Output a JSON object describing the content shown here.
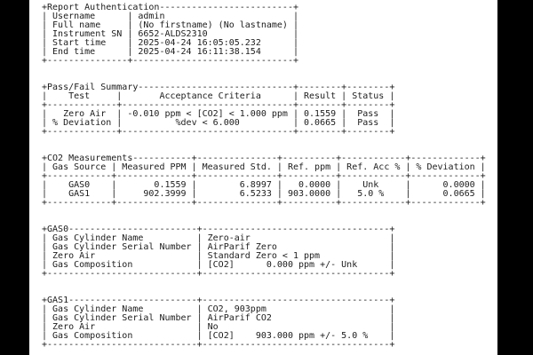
{
  "colors": {
    "background": "#000000",
    "paper": "#ffffff",
    "text": "#1c1c1c"
  },
  "report": {
    "sections": [
      {
        "id": "report_authentication",
        "title": "Report Authentication",
        "fields": [
          {
            "label": "Username",
            "value": "admin"
          },
          {
            "label": "Full name",
            "value": "(No firstname) (No lastname)"
          },
          {
            "label": "Instrument SN",
            "value": "6652-ALDS2310"
          },
          {
            "label": "Start time",
            "value": "2025-04-24 16:05:05.232"
          },
          {
            "label": "End time",
            "value": "2025-04-24 16:11:38.154"
          }
        ],
        "ascii_lines": [
          "+Report Authentication-------------------------+",
          "| Username      | admin                        |",
          "| Full name     | (No firstname) (No lastname) |",
          "| Instrument SN | 6652-ALDS2310                |",
          "| Start time    | 2025-04-24 16:05:05.232      |",
          "| End time      | 2025-04-24 16:11:38.154      |",
          "+---------------+------------------------------+"
        ]
      },
      {
        "id": "pass_fail_summary",
        "title": "Pass/Fail Summary",
        "columns": [
          "Test",
          "Acceptance Criteria",
          "Result",
          "Status"
        ],
        "rows": [
          [
            "Zero Air",
            "-0.010 ppm < [CO2] < 1.000 ppm",
            "0.1559",
            "Pass"
          ],
          [
            "% Deviation",
            "%dev < 6.000",
            "0.0665",
            "Pass"
          ]
        ],
        "ascii_lines": [
          "+Pass/Fail Summary-----------------------------+--------+--------+",
          "|    Test     |       Acceptance Criteria      | Result | Status |",
          "+-------------+--------------------------------+--------+--------+",
          "|   Zero Air  | -0.010 ppm < [CO2] < 1.000 ppm | 0.1559 |  Pass  |",
          "| % Deviation |          %dev < 6.000          | 0.0665 |  Pass  |",
          "+-------------+--------------------------------+--------+--------+"
        ]
      },
      {
        "id": "co2_measurements",
        "title": "CO2 Measurements",
        "columns": [
          "Gas Source",
          "Measured PPM",
          "Measured Std.",
          "Ref. ppm",
          "Ref. Acc %",
          "% Deviation"
        ],
        "rows": [
          [
            "GAS0",
            "0.1559",
            "6.8997",
            "0.0000",
            "Unk",
            "0.0000"
          ],
          [
            "GAS1",
            "902.3999",
            "6.5233",
            "903.0000",
            "5.0 %",
            "0.0665"
          ]
        ],
        "ascii_lines": [
          "+CO2 Measurements-----------+---------------+----------+------------+-------------+",
          "| Gas Source | Measured PPM | Measured Std. | Ref. ppm | Ref. Acc % | % Deviation |",
          "+------------+--------------+---------------+----------+------------+-------------+",
          "|    GAS0    |       0.1559 |        6.8997 |   0.0000 |    Unk     |      0.0000 |",
          "|    GAS1    |     902.3999 |        6.5233 | 903.0000 |   5.0 %    |      0.0665 |",
          "+------------+--------------+---------------+----------+------------+-------------+"
        ]
      },
      {
        "id": "gas0",
        "title": "GAS0",
        "fields": [
          {
            "label": "Gas Cylinder Name",
            "value": "Zero-air"
          },
          {
            "label": "Gas Cylinder Serial Number",
            "value": "AirParif Zero"
          },
          {
            "label": "Zero Air",
            "value": "Standard Zero < 1 ppm"
          },
          {
            "label": "Gas Composition",
            "value": "[CO2]      0.000 ppm +/- Unk"
          }
        ],
        "ascii_lines": [
          "+GAS0------------------------+-----------------------------------+",
          "| Gas Cylinder Name          | Zero-air                          |",
          "| Gas Cylinder Serial Number | AirParif Zero                     |",
          "| Zero Air                   | Standard Zero < 1 ppm             |",
          "| Gas Composition            | [CO2]      0.000 ppm +/- Unk      |",
          "+----------------------------+-----------------------------------+"
        ]
      },
      {
        "id": "gas1",
        "title": "GAS1",
        "fields": [
          {
            "label": "Gas Cylinder Name",
            "value": "CO2, 903ppm"
          },
          {
            "label": "Gas Cylinder Serial Number",
            "value": "AirParif CO2"
          },
          {
            "label": "Zero Air",
            "value": "No"
          },
          {
            "label": "Gas Composition",
            "value": "[CO2]    903.000 ppm +/- 5.0 %"
          }
        ],
        "ascii_lines": [
          "+GAS1------------------------+-----------------------------------+",
          "| Gas Cylinder Name          | CO2, 903ppm                       |",
          "| Gas Cylinder Serial Number | AirParif CO2                      |",
          "| Zero Air                   | No                                |",
          "| Gas Composition            | [CO2]    903.000 ppm +/- 5.0 %    |",
          "+----------------------------+-----------------------------------+"
        ]
      }
    ]
  }
}
